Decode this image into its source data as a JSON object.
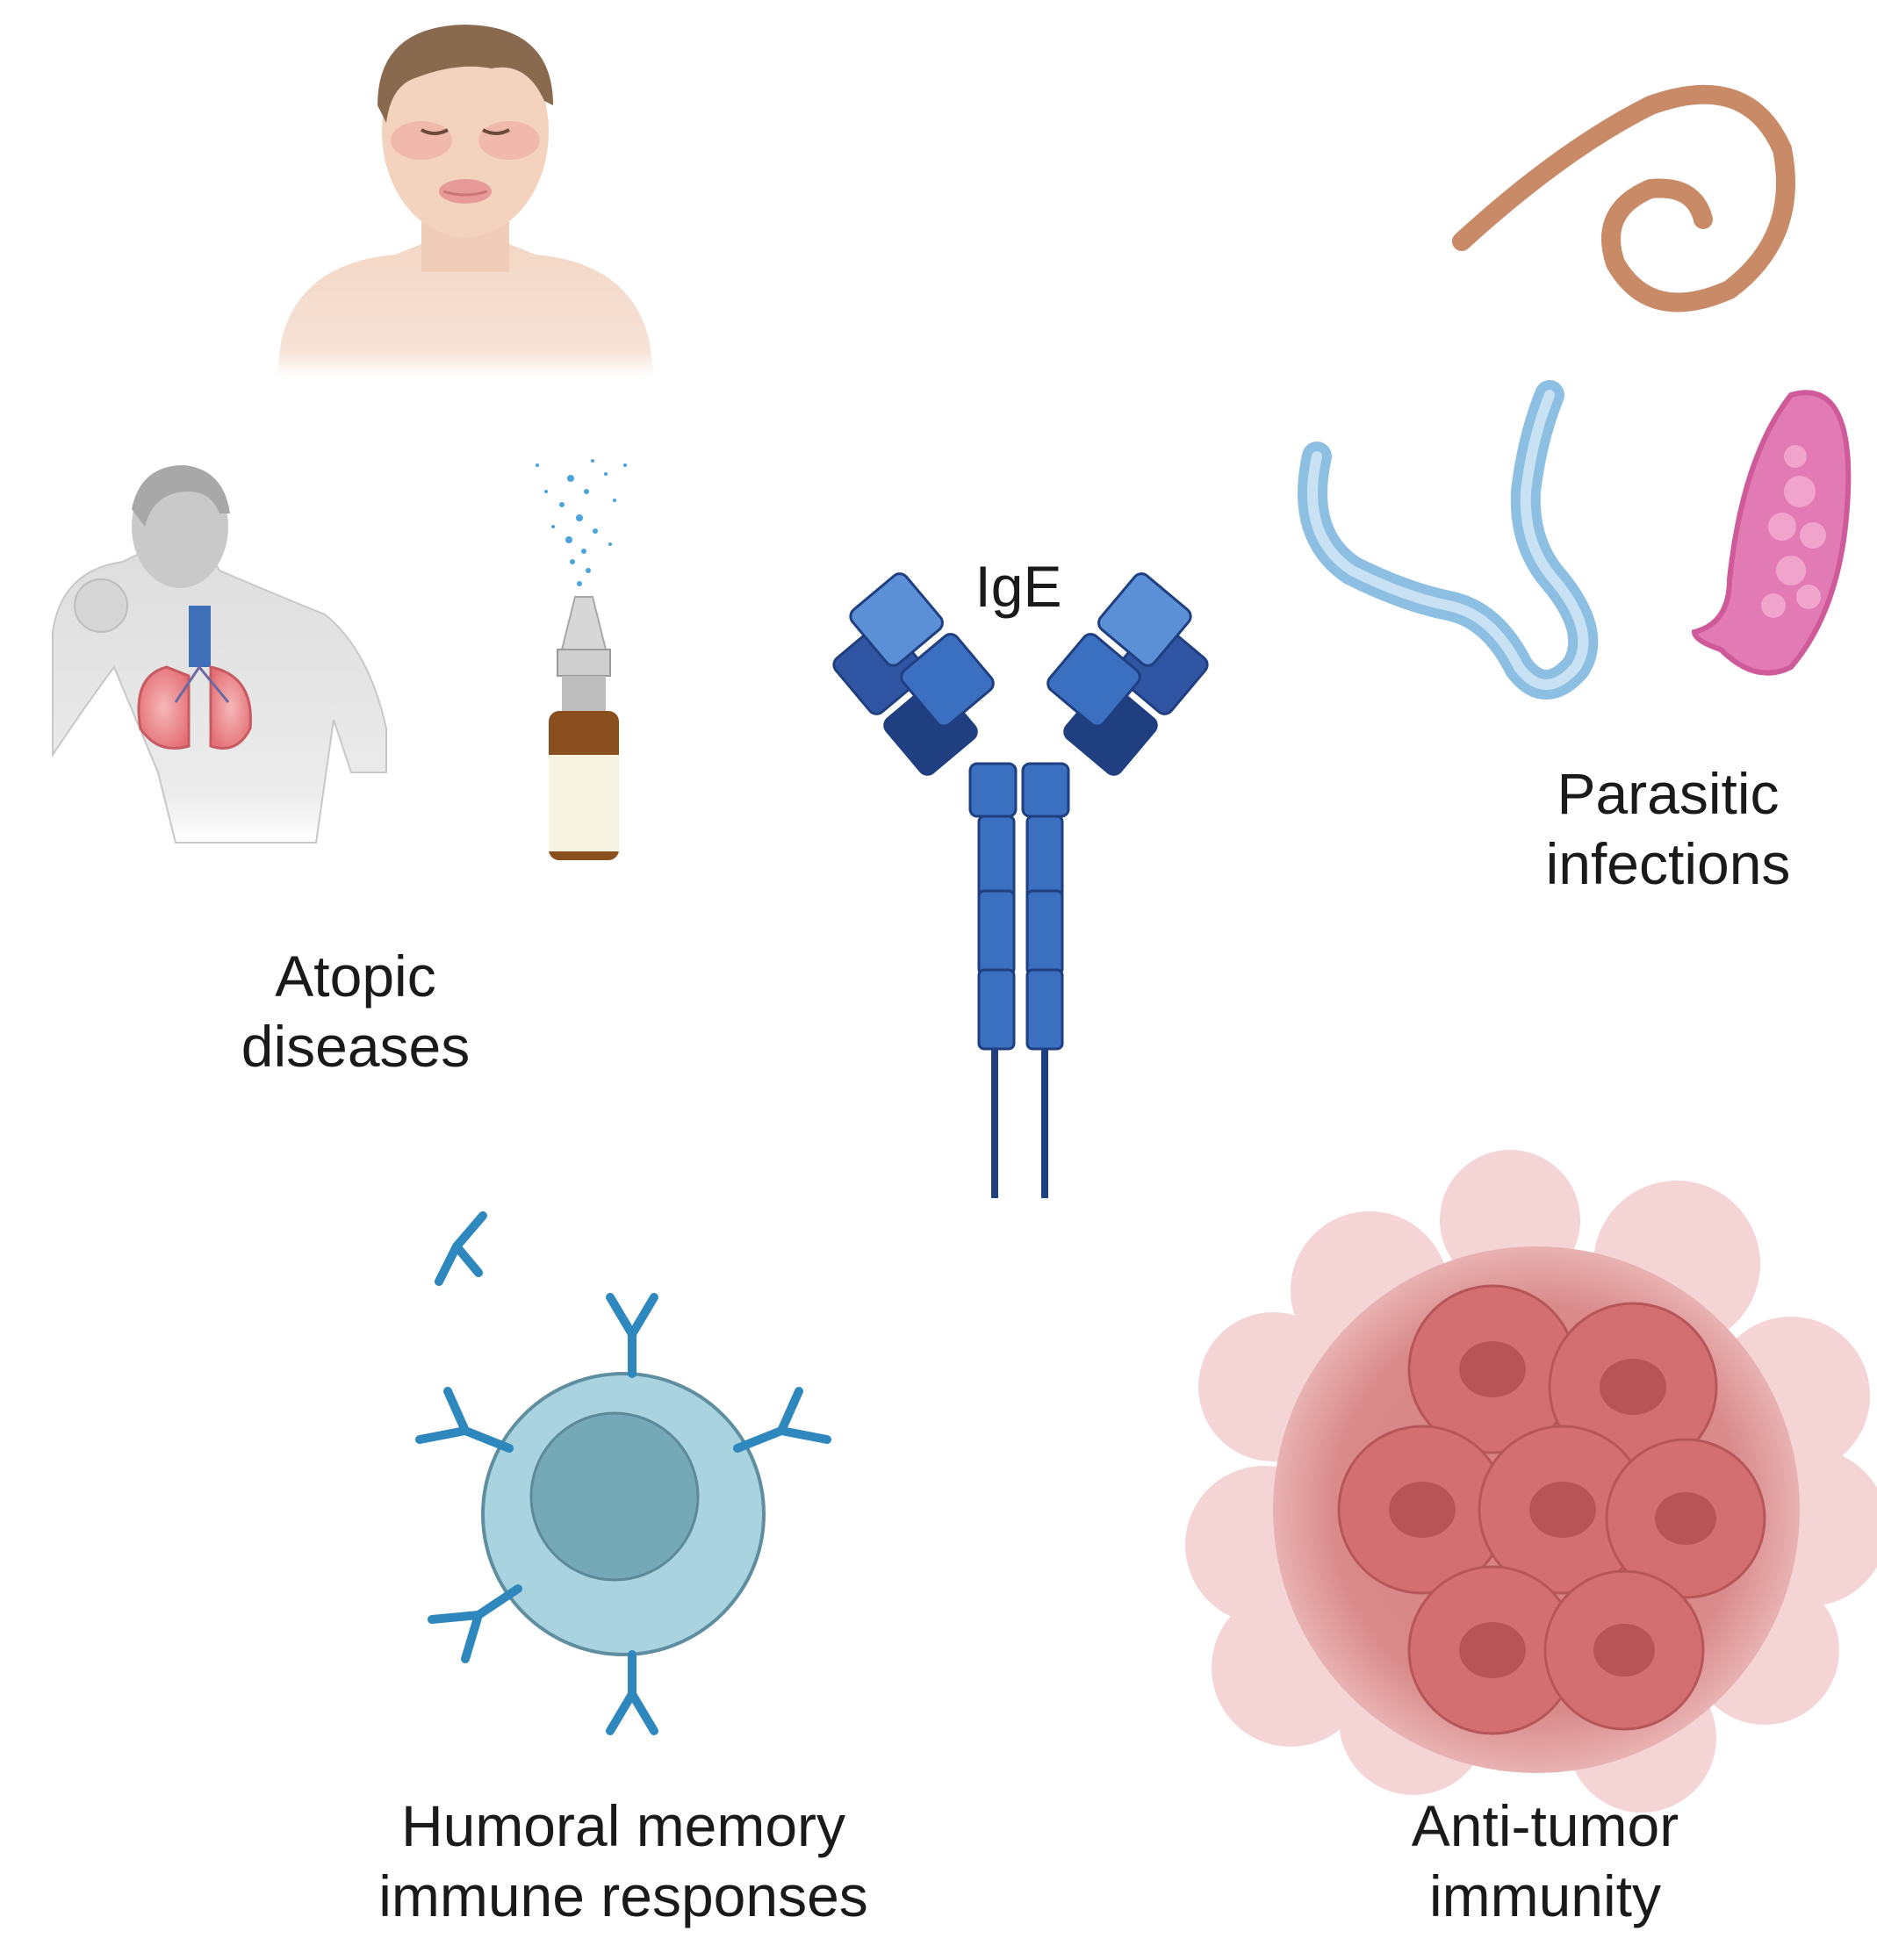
{
  "center": {
    "title": "IgE"
  },
  "topics": [
    {
      "id": "atopic",
      "lines": [
        "Atopic",
        "diseases"
      ]
    },
    {
      "id": "parasitic",
      "lines": [
        "Parasitic",
        "infections"
      ]
    },
    {
      "id": "humoral",
      "lines": [
        "Humoral memory",
        "immune responses"
      ]
    },
    {
      "id": "tumor",
      "lines": [
        "Anti-tumor",
        "immunity"
      ]
    }
  ],
  "colors": {
    "antibody_light": "#5b8fd6",
    "antibody_mid": "#3b6fc0",
    "antibody_dark": "#1f3f80",
    "skin": "#f2d2bf",
    "hair": "#8a6a4e",
    "worm_brown": "#c98a67",
    "worm_blue": "#9cc8e6",
    "protozoan_pink": "#e27bb3",
    "b_cell": "#a9d3de",
    "b_cell_nucleus": "#76a9b8",
    "small_antibody": "#2e87bd",
    "tumor": "#d98787",
    "tumor_nucleus": "#b85456"
  },
  "icons": [
    "allergic-face-icon",
    "coughing-person-lungs-icon",
    "nasal-spray-icon",
    "brown-worm-icon",
    "blue-worm-icon",
    "protozoan-icon",
    "ige-antibody-icon",
    "b-cell-icon",
    "tumor-cluster-icon"
  ]
}
